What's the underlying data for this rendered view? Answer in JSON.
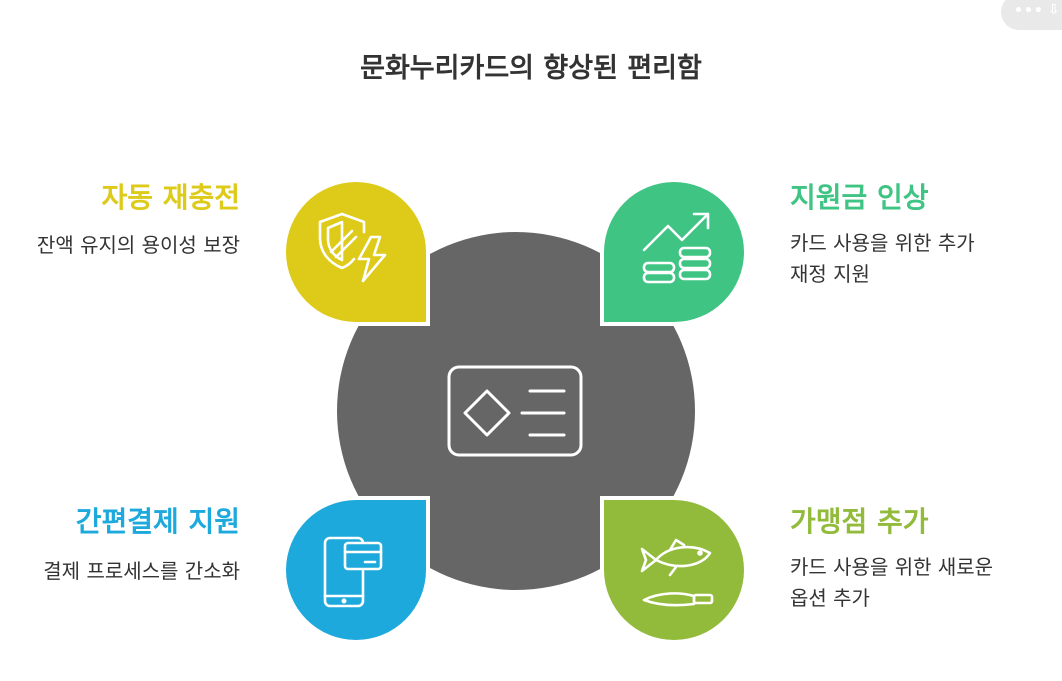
{
  "title": "문화누리카드의 향상된 편리함",
  "colors": {
    "center": "#666666",
    "yellow": "#ddca19",
    "green": "#40c484",
    "blue": "#1ea9dc",
    "lime": "#92bb3b",
    "text": "#333333"
  },
  "center": {
    "icon": "card-icon"
  },
  "items": [
    {
      "id": "auto-recharge",
      "heading": "자동 재충전",
      "desc": [
        "잔액 유지의 용이성 보장"
      ],
      "icon": "shield-bolt-icon",
      "color": "#ddca19"
    },
    {
      "id": "subsidy-increase",
      "heading": "지원금 인상",
      "desc": [
        "카드 사용을 위한 추가",
        "재정 지원"
      ],
      "icon": "growth-coins-icon",
      "color": "#40c484"
    },
    {
      "id": "simple-payment",
      "heading": "간편결제 지원",
      "desc": [
        "결제 프로세스를 간소화"
      ],
      "icon": "phone-card-icon",
      "color": "#1ea9dc"
    },
    {
      "id": "more-merchants",
      "heading": "가맹점 추가",
      "desc": [
        "카드 사용을 위한 새로운",
        "옵션 추가"
      ],
      "icon": "fish-knife-icon",
      "color": "#92bb3b"
    }
  ]
}
